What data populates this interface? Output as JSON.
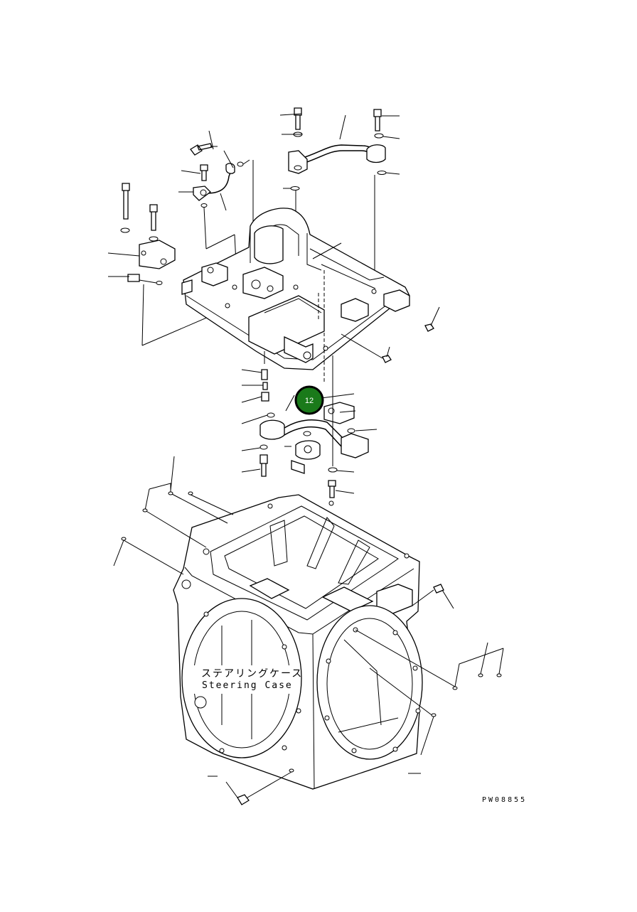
{
  "diagram": {
    "label_ja": "ステアリングケース",
    "label_en": "Steering Case",
    "drawing_code": "PW08855",
    "callout": {
      "number": "12",
      "color": "#1a7a1a",
      "ring": "#000000"
    }
  }
}
